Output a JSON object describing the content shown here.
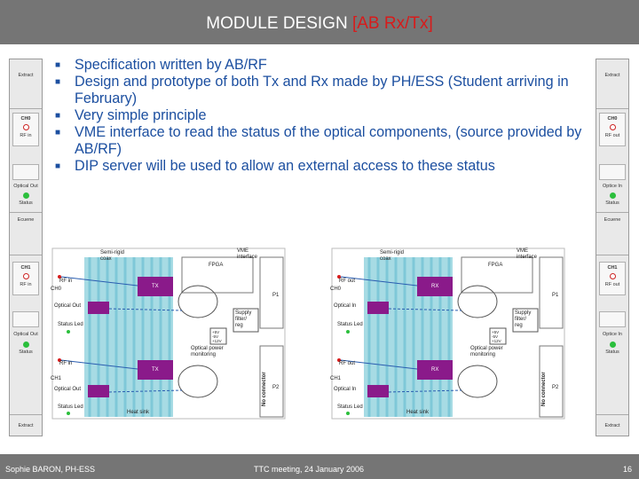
{
  "slide": {
    "title_main": "MODULE DESIGN",
    "title_accent": "[AB Rx/Tx]",
    "bullets": [
      "Specification written by AB/RF",
      "Design and prototype of both Tx and Rx made by PH/ESS (Student arriving in February)",
      "Very simple principle",
      "VME interface to read the status of the optical components, (source provided by AB/RF)",
      "DIP server will be used to allow an external access to these status"
    ],
    "footer_left": "Sophie BARON, PH-ESS",
    "footer_center": "TTC meeting, 24 January 2006",
    "page_number": "16",
    "colors": {
      "title_bar": "#757575",
      "title_accent": "#d81b1b",
      "bullet_text": "#1c4fa0",
      "heatsink_stripes": "#7fc8d8",
      "module_purple": "#8a1a8a",
      "status_green": "#2bbf3c"
    }
  },
  "left_panel": {
    "top_label": "Extract",
    "ch0": "CH0",
    "ch0_port": "RF in",
    "optical_label": "Optical Out",
    "status_label": "Status",
    "middle_label": "Ecuene",
    "ch1": "CH1",
    "ch1_port": "RF in",
    "optical_label_2": "Optical Out",
    "status_label_2": "Status",
    "bottom_label": "Extract"
  },
  "right_panel": {
    "top_label": "Extract",
    "ch0": "CH0",
    "ch0_port": "RF out",
    "optical_label": "Optice In",
    "status_label": "Status",
    "middle_label": "Ecuene",
    "ch1": "CH1",
    "ch1_port": "RF out",
    "optical_label_2": "Optice In",
    "status_label_2": "Status",
    "bottom_label": "Extract"
  },
  "tx_diagram": {
    "semi_rigid": "Semi-rigid\ncoax",
    "vme_interface": "VME\ninterface",
    "fpga": "FPGA",
    "block_top": "TX",
    "block_bottom": "TX",
    "ch0": "CH0",
    "ch1": "CH1",
    "rf_top": "RF in",
    "rf_bottom": "RF in",
    "optical_top": "Optical Out",
    "optical_bottom": "Optical Out",
    "status_top": "Status Led",
    "status_bottom": "Status Led",
    "supply": "Supply\nfilter/\nreg",
    "supply_small": "+5V\n-5V\n+12V",
    "optical_power": "Optical power\nmonitoring",
    "heat_sink": "Heat sink",
    "no_connector": "No connector",
    "p1": "P1",
    "p2": "P2"
  },
  "rx_diagram": {
    "semi_rigid": "Semi-rigid\ncoax",
    "vme_interface": "VME\ninterface",
    "fpga": "FPGA",
    "block_top": "RX",
    "block_bottom": "RX",
    "ch0": "CH0",
    "ch1": "CH1",
    "rf_top": "RF out",
    "rf_bottom": "RF out",
    "optical_top": "Optical In",
    "optical_bottom": "Optical In",
    "status_top": "Status Led",
    "status_bottom": "Status Led",
    "supply": "Supply\nfilter/\nreg",
    "supply_small": "+5V\n-5V\n+12V",
    "optical_power": "Optical power\nmonitoring",
    "heat_sink": "Heat sink",
    "no_connector": "No connector",
    "p1": "P1",
    "p2": "P2"
  }
}
